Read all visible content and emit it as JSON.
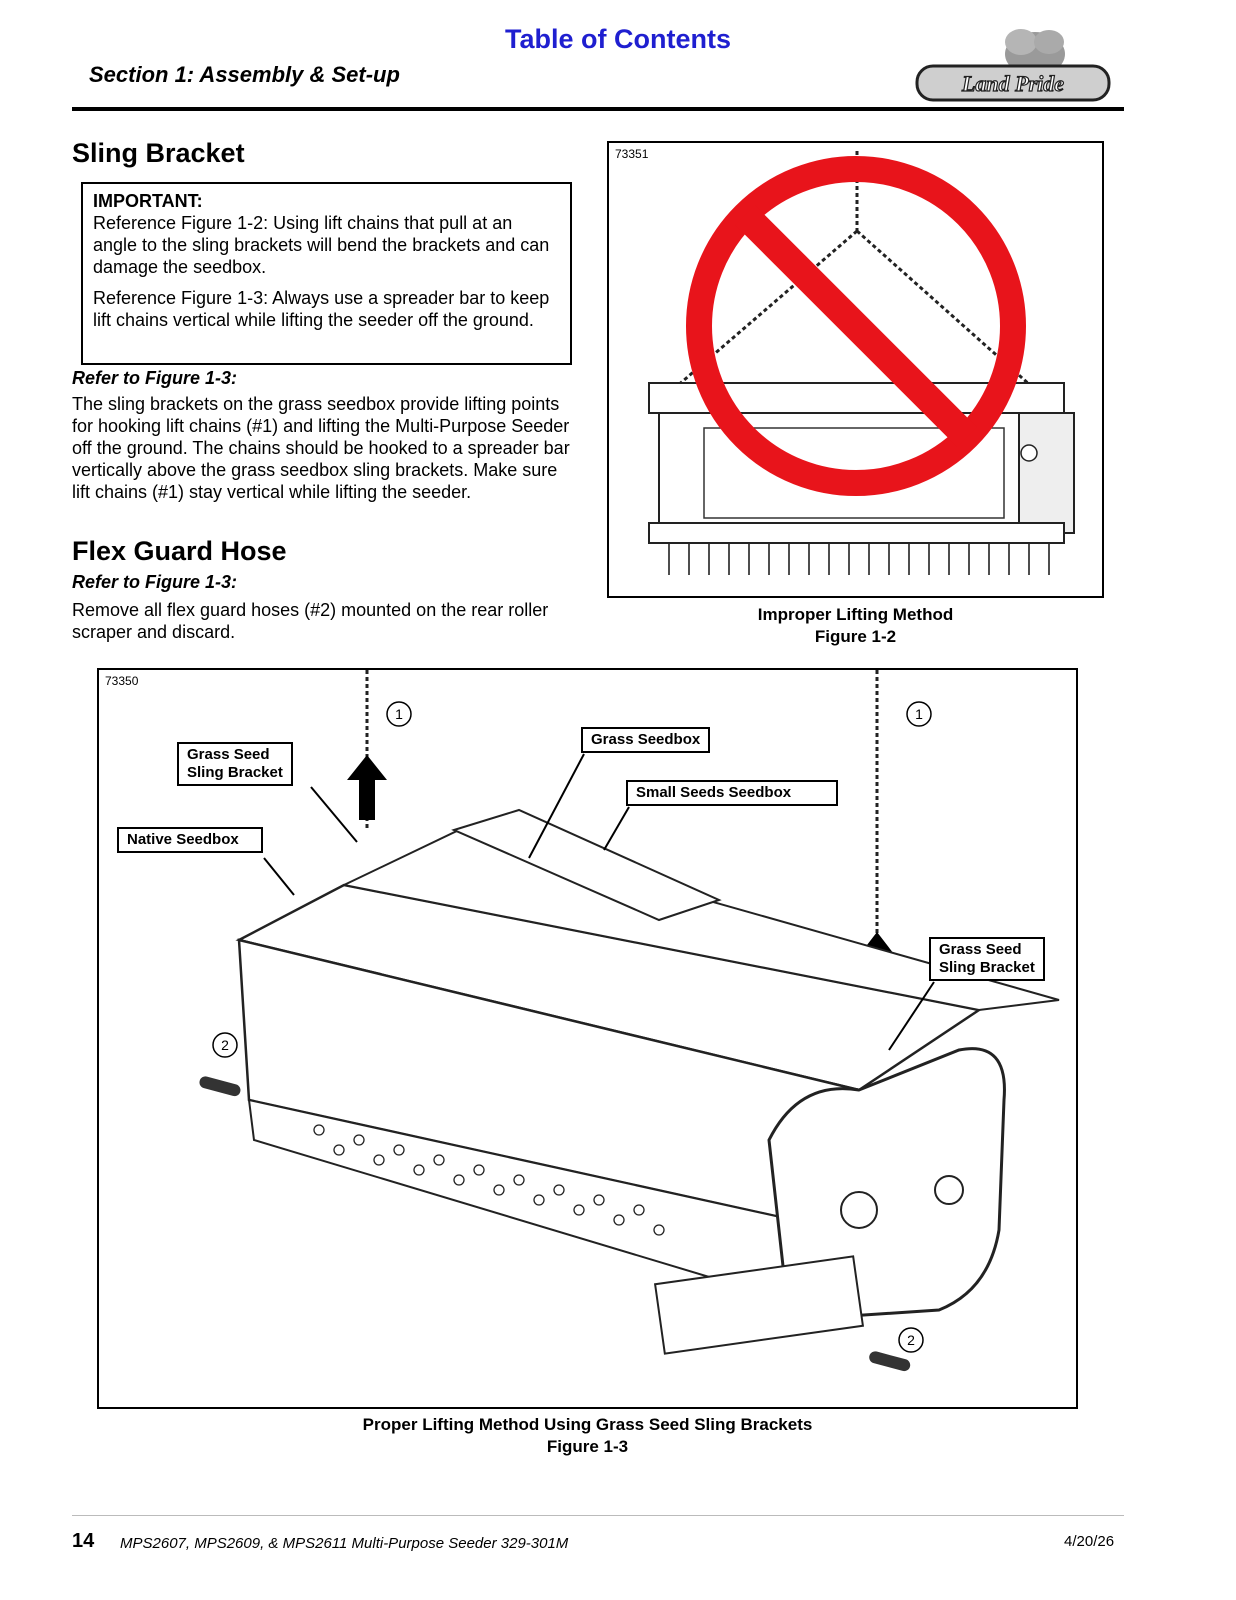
{
  "header": {
    "toc_link": "Table of Contents",
    "section": "Section 1: Assembly & Set-up",
    "logo_text": "Land Pride"
  },
  "sling": {
    "heading": "Sling Bracket",
    "important_label": "IMPORTANT:",
    "important_p1": "Reference Figure 1-2: Using lift chains that pull at an angle to the sling brackets will bend the brackets and can damage the seedbox.",
    "important_p2": "Reference Figure 1-3: Always use a spreader bar to keep lift chains vertical while lifting the seeder off the ground.",
    "refer": "Refer to Figure 1-3:",
    "body": "The sling brackets on the grass seedbox provide lifting points for hooking lift chains (#1) and lifting the Multi-Purpose Seeder off the ground. The chains should be hooked to a spreader bar vertically above the grass seedbox sling brackets. Make sure lift chains (#1) stay vertical while lifting the seeder."
  },
  "flex": {
    "heading": "Flex Guard Hose",
    "refer": "Refer to Figure 1-3:",
    "body": "Remove all flex guard hoses (#2) mounted on the rear roller scraper and discard."
  },
  "figure2": {
    "id": "73351",
    "caption_title": "Improper Lifting Method",
    "caption_number": "Figure 1-2"
  },
  "figure3": {
    "id": "73350",
    "callouts": {
      "grass_sling_left": "Grass Seed\nSling Bracket",
      "grass_seedbox": "Grass Seedbox",
      "small_seeds": "Small Seeds Seedbox",
      "native_seedbox": "Native Seedbox",
      "grass_sling_right": "Grass Seed\nSling Bracket"
    },
    "markers": [
      "1",
      "1",
      "2",
      "2"
    ],
    "caption_title": "Proper Lifting Method Using Grass Seed Sling Brackets",
    "caption_number": "Figure 1-3"
  },
  "footer": {
    "page": "14",
    "doc": "MPS2607, MPS2609, & MPS2611 Multi-Purpose Seeder 329-301M",
    "date": "4/20/26"
  },
  "colors": {
    "link": "#1f1fd0",
    "prohibit": "#e8141b"
  }
}
